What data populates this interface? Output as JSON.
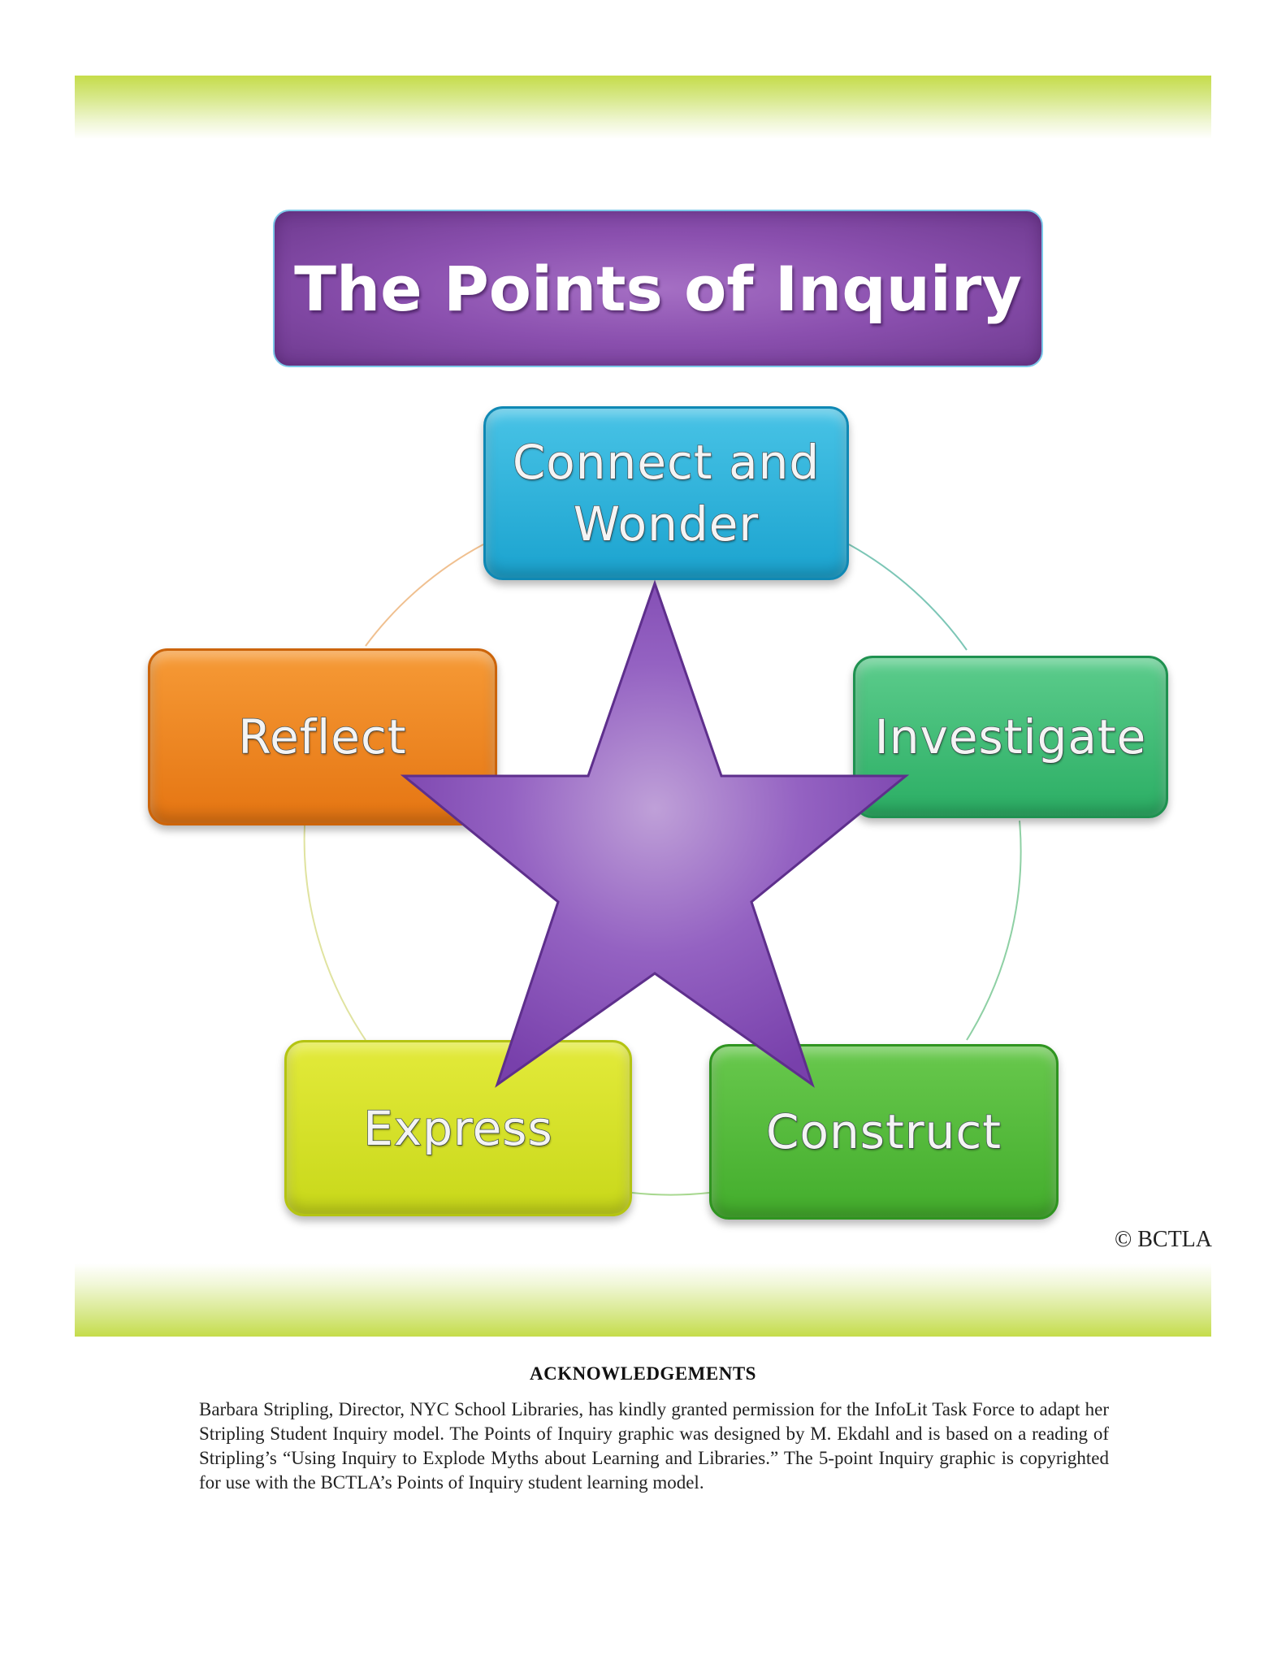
{
  "title": "The Points of Inquiry",
  "nodes": {
    "connect": "Connect and Wonder",
    "investigate": "Investigate",
    "construct": "Construct",
    "express": "Express",
    "reflect": "Reflect"
  },
  "copyright": "© BCTLA",
  "acknowledgements": {
    "heading": "ACKNOWLEDGEMENTS",
    "body": "Barbara Stripling, Director, NYC School Libraries, has kindly granted permission for the InfoLit Task Force to adapt her Stripling Student Inquiry model.  The Points of Inquiry graphic was designed by M. Ekdahl and is based on a reading of Stripling’s “Using Inquiry to Explode Myths about Learning and Libraries.” The 5-point Inquiry graphic is copyrighted for use with the BCTLA’s Points of Inquiry student learning model."
  },
  "colors": {
    "title_purple": "#8a4fae",
    "connect_blue": "#1ba3cf",
    "investigate_green": "#2bae64",
    "construct_green": "#43ad2c",
    "express_yellow": "#c8d81a",
    "reflect_orange": "#e57512",
    "star_purple": "#8a55b8",
    "band_green": "#c5dc4a"
  }
}
